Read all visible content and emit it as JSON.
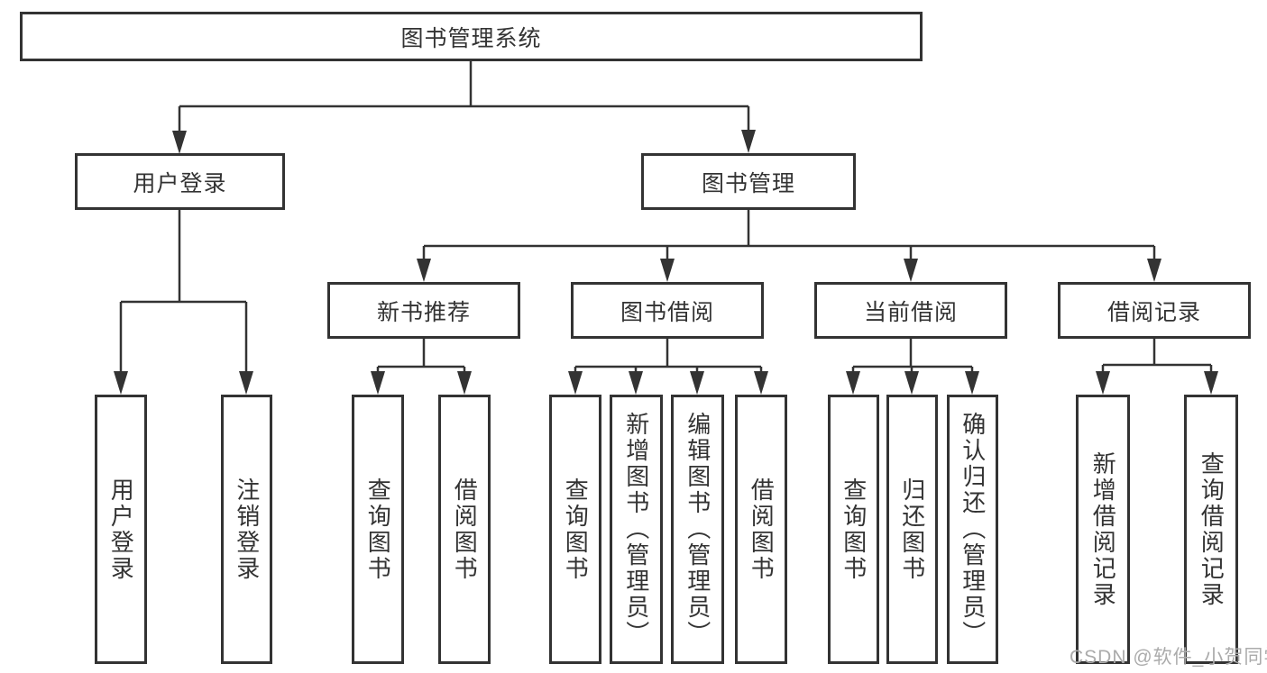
{
  "nodes": {
    "root": {
      "label": "图书管理系统"
    },
    "user_login": {
      "label": "用户登录"
    },
    "book_mgmt": {
      "label": "图书管理"
    },
    "new_book_rec": {
      "label": "新书推荐"
    },
    "book_borrow": {
      "label": "图书借阅"
    },
    "current_borrow": {
      "label": "当前借阅"
    },
    "borrow_records": {
      "label": "借阅记录"
    },
    "leaf_user_login": {
      "label": "用户登录"
    },
    "leaf_logout": {
      "label": "注销登录"
    },
    "leaf_nb_query": {
      "label": "查询图书"
    },
    "leaf_nb_borrow": {
      "label": "借阅图书"
    },
    "leaf_bb_query": {
      "label": "查询图书"
    },
    "leaf_bb_add": {
      "label": "新增图书（管理员）"
    },
    "leaf_bb_edit": {
      "label": "编辑图书（管理员）"
    },
    "leaf_bb_borrow": {
      "label": "借阅图书"
    },
    "leaf_cb_query": {
      "label": "查询图书"
    },
    "leaf_cb_return": {
      "label": "归还图书"
    },
    "leaf_cb_confirm": {
      "label": "确认归还（管理员）"
    },
    "leaf_br_add": {
      "label": "新增借阅记录"
    },
    "leaf_br_query": {
      "label": "查询借阅记录"
    }
  },
  "watermark": {
    "text": "CSDN @软件_小贺同学"
  },
  "colors": {
    "line": "#333333",
    "text": "#333333",
    "background": "#ffffff",
    "watermark": "#ababab"
  }
}
